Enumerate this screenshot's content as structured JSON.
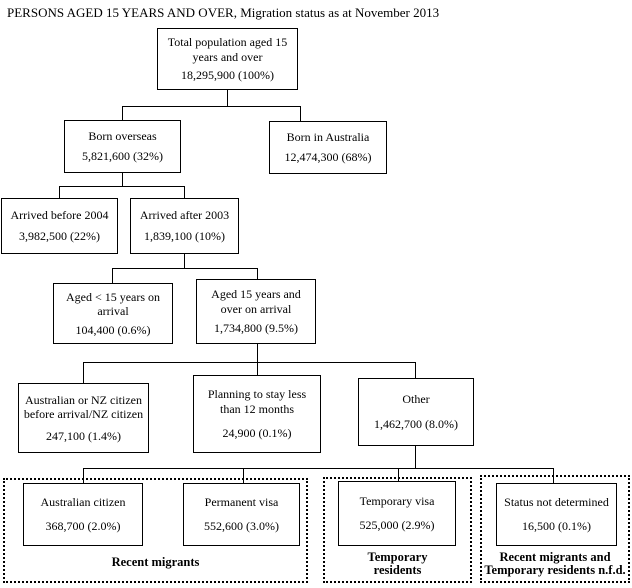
{
  "title": "PERSONS AGED 15 YEARS AND OVER, Migration status as at November 2013",
  "nodes": {
    "total": {
      "label": "Total population aged 15 years and over",
      "value": "18,295,900 (100%)"
    },
    "overseas": {
      "label": "Born overseas",
      "value": "5,821,600 (32%)"
    },
    "australia": {
      "label": "Born in Australia",
      "value": "12,474,300 (68%)"
    },
    "before2004": {
      "label": "Arrived before 2004",
      "value": "3,982,500 (22%)"
    },
    "after2003": {
      "label": "Arrived after 2003",
      "value": "1,839,100 (10%)"
    },
    "under15": {
      "label": "Aged < 15 years on arrival",
      "value": "104,400 (0.6%)"
    },
    "over15": {
      "label": "Aged 15 years and over on arrival",
      "value": "1,734,800 (9.5%)"
    },
    "ausnz": {
      "label": "Australian or NZ citizen before arrival/NZ citizen",
      "value": "247,100 (1.4%)"
    },
    "planning": {
      "label": "Planning to stay less than 12 months",
      "value": "24,900 (0.1%)"
    },
    "other": {
      "label": "Other",
      "value": "1,462,700 (8.0%)"
    },
    "auscit": {
      "label": "Australian citizen",
      "value": "368,700 (2.0%)"
    },
    "permvisa": {
      "label": "Permanent visa",
      "value": "552,600 (3.0%)"
    },
    "tempvisa": {
      "label": "Temporary visa",
      "value": "525,000 (2.9%)"
    },
    "statusnd": {
      "label": "Status not determined",
      "value": "16,500 (0.1%)"
    }
  },
  "groups": {
    "recent": "Recent migrants",
    "temp": "Temporary\nresidents",
    "nfd": "Recent migrants and\nTemporary residents n.f.d."
  }
}
